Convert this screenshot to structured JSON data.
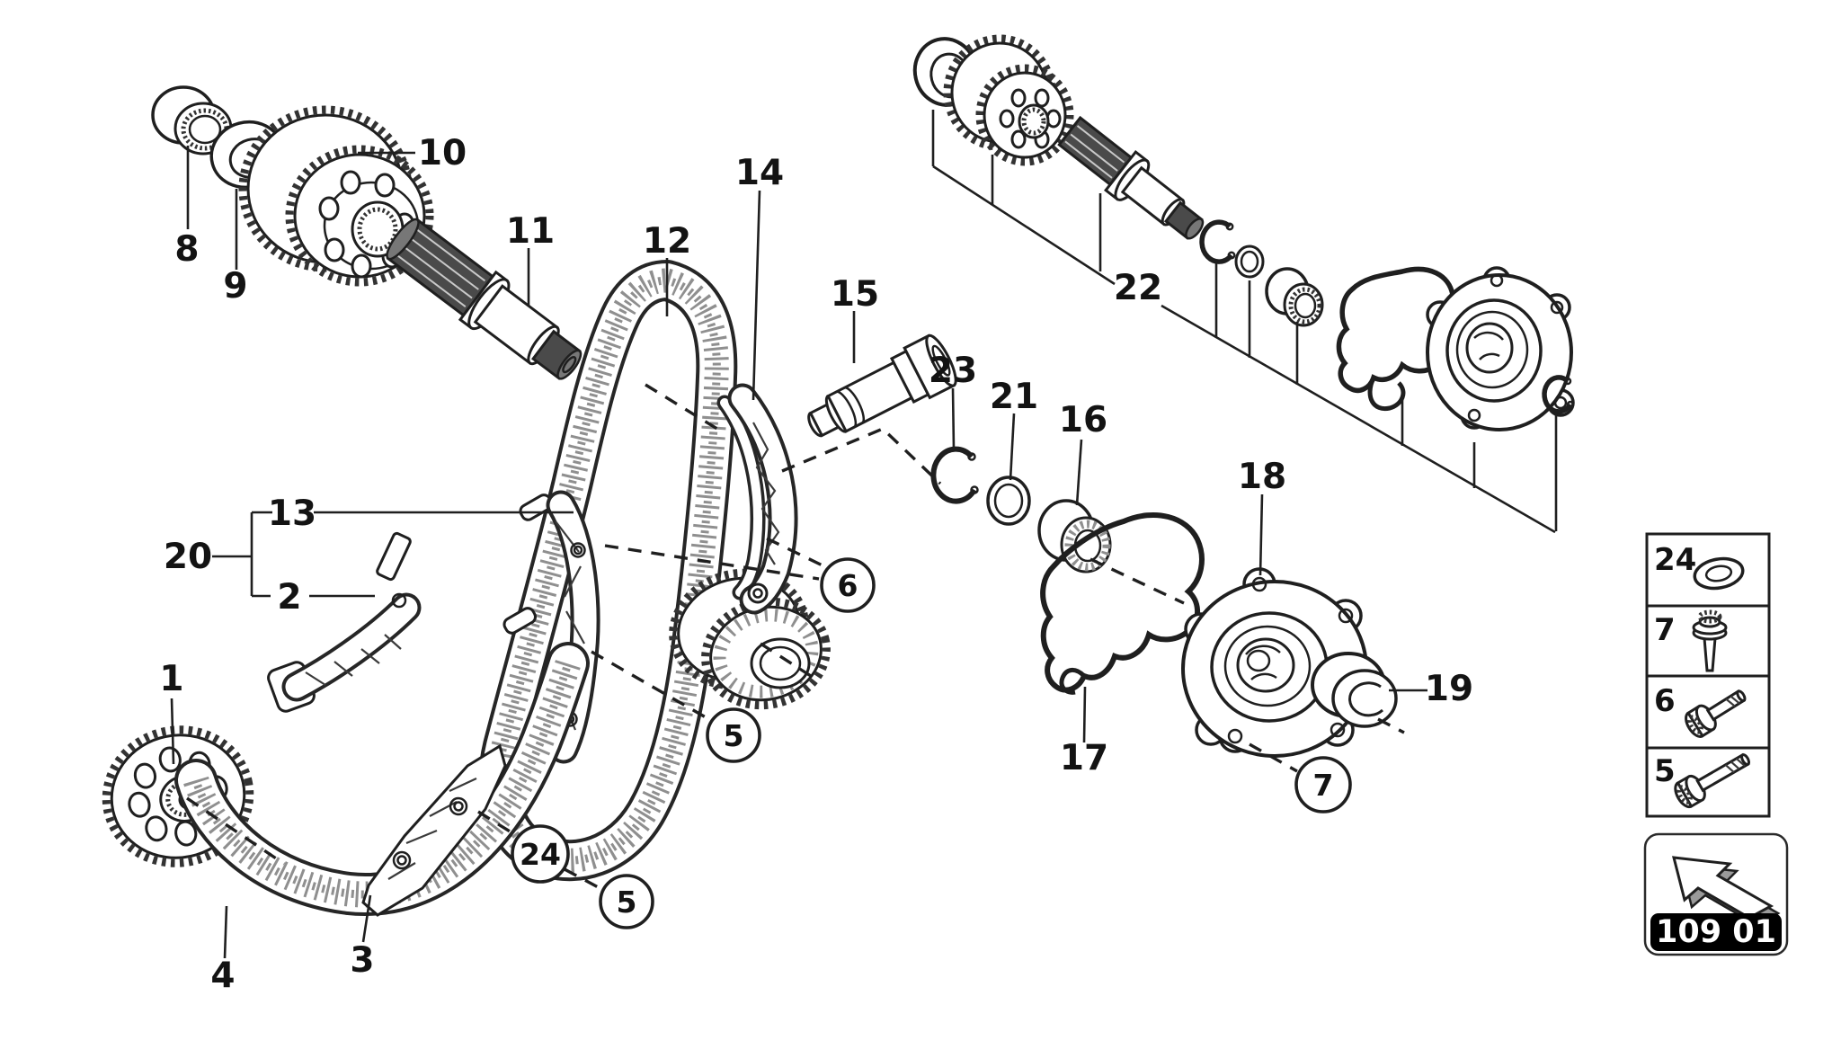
{
  "page": {
    "background": "#ffffff",
    "line_color": "#1f1f1f"
  },
  "labels": {
    "1": "1",
    "2": "2",
    "3": "3",
    "4": "4",
    "8": "8",
    "9": "9",
    "10": "10",
    "11": "11",
    "12": "12",
    "13": "13",
    "14": "14",
    "15": "15",
    "16": "16",
    "17": "17",
    "18": "18",
    "19": "19",
    "20": "20",
    "21": "21",
    "22": "22",
    "23": "23"
  },
  "circles": {
    "c6": "6",
    "c5a": "5",
    "c24": "24",
    "c5b": "5",
    "c7": "7"
  },
  "legend": {
    "rows": [
      {
        "num": "24",
        "icon": "washer-icon"
      },
      {
        "num": "7",
        "icon": "flange-bolt-icon"
      },
      {
        "num": "6",
        "icon": "socket-bolt-short-icon"
      },
      {
        "num": "5",
        "icon": "socket-bolt-long-icon"
      }
    ]
  },
  "tag": {
    "code": "109 01",
    "icon": "direction-arrow-icon"
  }
}
